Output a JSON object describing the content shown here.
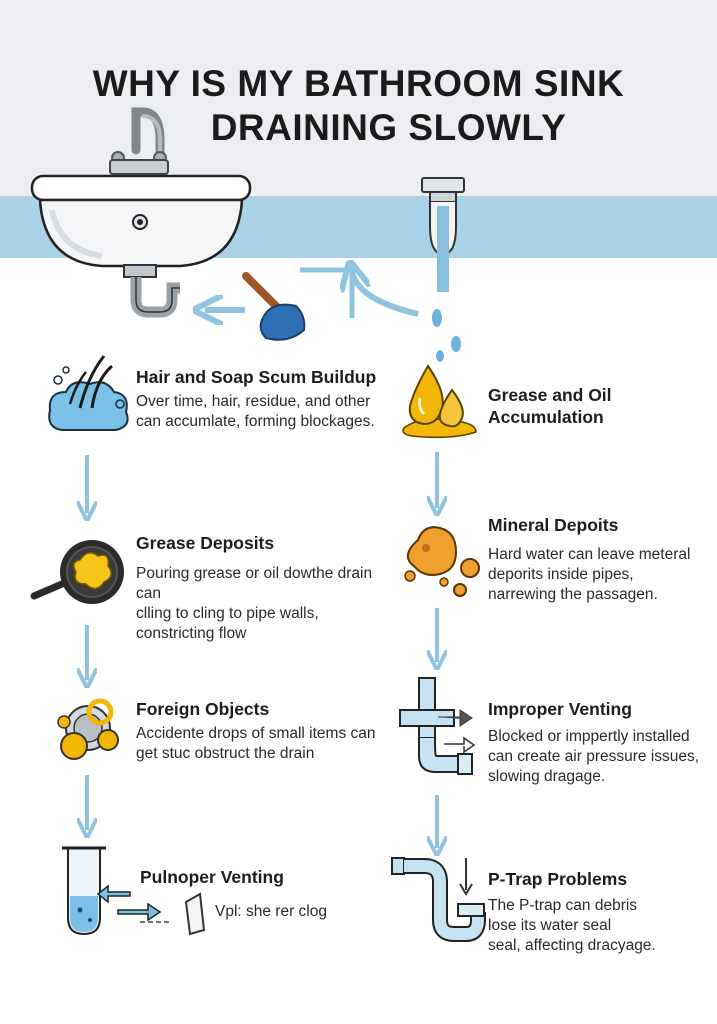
{
  "title": {
    "line1": "WHY IS MY BATHROOM SINK",
    "line2": "DRAINING SLOWLY"
  },
  "colors": {
    "header_bg": "#eceef1",
    "band": "#a9d2e8",
    "arrow": "#8fc3df",
    "accent_yellow": "#f2b705",
    "accent_orange": "#f0a030"
  },
  "left_column": [
    {
      "title": "Hair and Soap Scum Buildup",
      "lines": [
        "Over time, hair, residue, and other",
        "can accumlate, forming blockages."
      ],
      "icon": "hair-soap-icon"
    },
    {
      "title": "Grease Deposits",
      "lines": [
        "Pouring grease or oil dowthe drain can",
        "clling to cling to pipe walls,",
        "constricting flow"
      ],
      "icon": "frying-pan-icon"
    },
    {
      "title": "Foreign Objects",
      "lines": [
        "Accidente drops of small items can",
        "get stuc obstruct the drain"
      ],
      "icon": "coins-ring-icon"
    },
    {
      "title": "Pulnoper Venting",
      "lines": [
        "Vpl: she rer clog"
      ],
      "icon": "test-tube-icon"
    }
  ],
  "right_column": [
    {
      "title_lines": [
        "Grease and Oil",
        "Accumulation"
      ],
      "lines": [],
      "icon": "oil-drops-icon"
    },
    {
      "title": "Mineral Depoits",
      "lines": [
        "Hard water can leave meteral",
        "deporits inside pipes,",
        "narrewing the passagen."
      ],
      "icon": "mineral-blobs-icon"
    },
    {
      "title": "Improper Venting",
      "lines": [
        "Blocked or imppertly installed",
        "can create air pressure issues,",
        "slowing dragage."
      ],
      "icon": "vent-pipe-icon"
    },
    {
      "title": "P-Trap Problems",
      "lines": [
        "The P-trap can debris",
        "lose its water seal",
        "seal, affecting dracyage."
      ],
      "icon": "p-trap-icon"
    }
  ]
}
